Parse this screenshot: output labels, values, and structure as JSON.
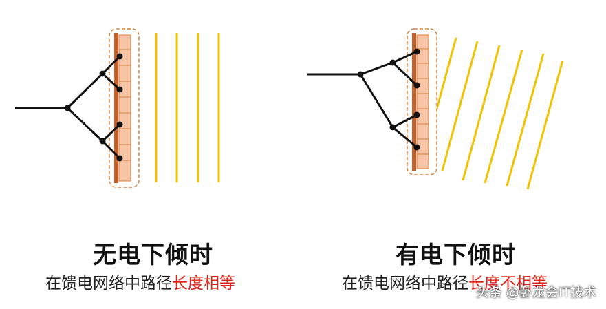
{
  "left_panel": {
    "title": "无电下倾时",
    "subtitle_prefix": "在馈电网络中路径",
    "subtitle_highlight": "长度相等"
  },
  "right_panel": {
    "title": "有电下倾时",
    "subtitle_prefix": "在馈电网络中路径",
    "subtitle_highlight": "长度不相等"
  },
  "watermark": "头条 @卧龙会IT技术",
  "colors": {
    "wavefront": "#f2c200",
    "antenna_fill": "#f7c4a5",
    "antenna_bar": "#c0612e",
    "antenna_outline": "#d9823f",
    "feed_line": "#111111",
    "highlight_text": "#e2231a"
  }
}
